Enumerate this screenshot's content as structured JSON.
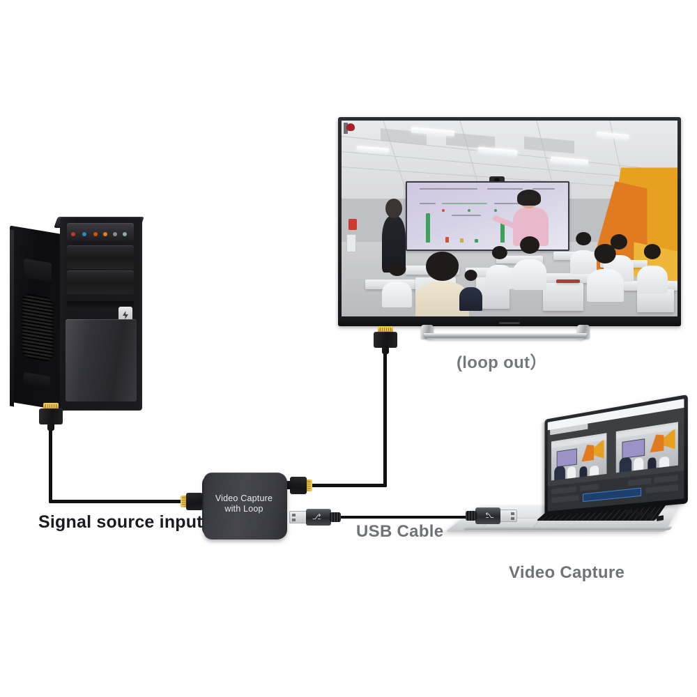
{
  "diagram": {
    "title": "HDMI Video Capture with Loop connection diagram",
    "background_color": "#ffffff"
  },
  "labels": {
    "signal_source": "Signal source input",
    "usb_cable": "USB Cable",
    "loop_out": "(loop out）",
    "video_capture": "Video Capture"
  },
  "device": {
    "name": "video-capture-box",
    "text_line1": "Video   Capture",
    "text_line2": "with Loop",
    "body_color": "#3f4046",
    "text_color": "#e9eaec"
  },
  "nodes": {
    "pc_tower": "Desktop PC tower (signal source)",
    "tv": "Flat-screen TV / monitor (loop out display)",
    "laptop": "Laptop running video capture software"
  },
  "connectors": {
    "hdmi_from_pc": "hdmi-connector",
    "hdmi_to_device_in": "hdmi-connector",
    "hdmi_loop_out_device": "hdmi-connector",
    "hdmi_to_tv": "hdmi-connector",
    "usb_from_device": "usb-a-connector",
    "usb_to_laptop": "usb-a-connector"
  },
  "cables": {
    "hdmi_input": "HDMI cable from PC to capture device input",
    "hdmi_loop": "HDMI cable from capture device loop-out to TV",
    "usb": "USB cable from capture device to laptop",
    "color": "#101013"
  },
  "tv_screen": {
    "scene": "classroom with teacher, students at white desks, smartboard and orange-yellow wall panels",
    "accent_orange": "#e07b20",
    "accent_yellow": "#e8a020"
  },
  "laptop_screen": {
    "app": "video editing software with dual preview panes and timeline",
    "preview_count": 2,
    "timeline_clip_color": "#1d3f6e"
  },
  "pc_tower": {
    "led_colors": [
      "#c0392b",
      "#2e86c1",
      "#d35400",
      "#e67e22",
      "#7f8c8d",
      "#95a5a6"
    ]
  }
}
